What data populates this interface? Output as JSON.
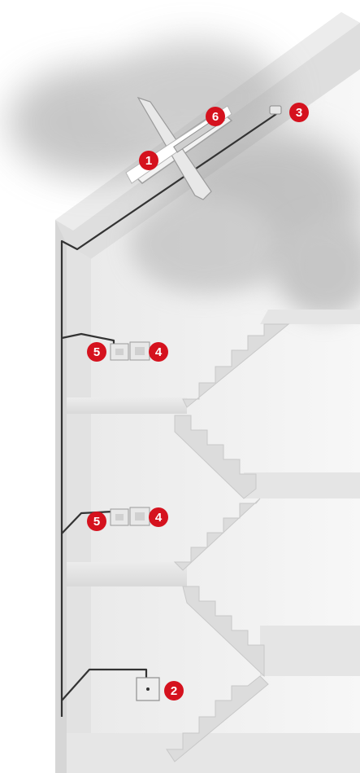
{
  "figure": {
    "kind": "stairwell smoke ventilation installation schematic",
    "markers": [
      {
        "id": "roof-vent-window-marker",
        "label": "1",
        "component_icon": "smoke-vent-window-icon"
      },
      {
        "id": "control-panel-marker",
        "label": "2",
        "component_icon": "control-panel-icon"
      },
      {
        "id": "rain-wind-sensor-marker",
        "label": "3",
        "component_icon": "rain-wind-sensor-icon"
      },
      {
        "id": "upper-smoke-detector-marker",
        "label": "4",
        "component_icon": "smoke-detector-icon"
      },
      {
        "id": "upper-vent-switch-marker",
        "label": "5",
        "component_icon": "vent-switch-icon"
      },
      {
        "id": "actuator-marker",
        "label": "6",
        "component_icon": "chain-actuator-icon"
      },
      {
        "id": "lower-smoke-detector-marker",
        "label": "4",
        "component_icon": "smoke-detector-icon"
      },
      {
        "id": "lower-vent-switch-marker",
        "label": "5",
        "component_icon": "vent-switch-icon"
      }
    ],
    "colors": {
      "marker_fill": "#d5121e",
      "marker_text": "#ffffff",
      "wall_light": "#f3f3f3",
      "wall_mid": "#e4e4e4",
      "wall_dark": "#cfcfcf",
      "cable": "#333333",
      "smoke": "#9a9a9a"
    }
  }
}
